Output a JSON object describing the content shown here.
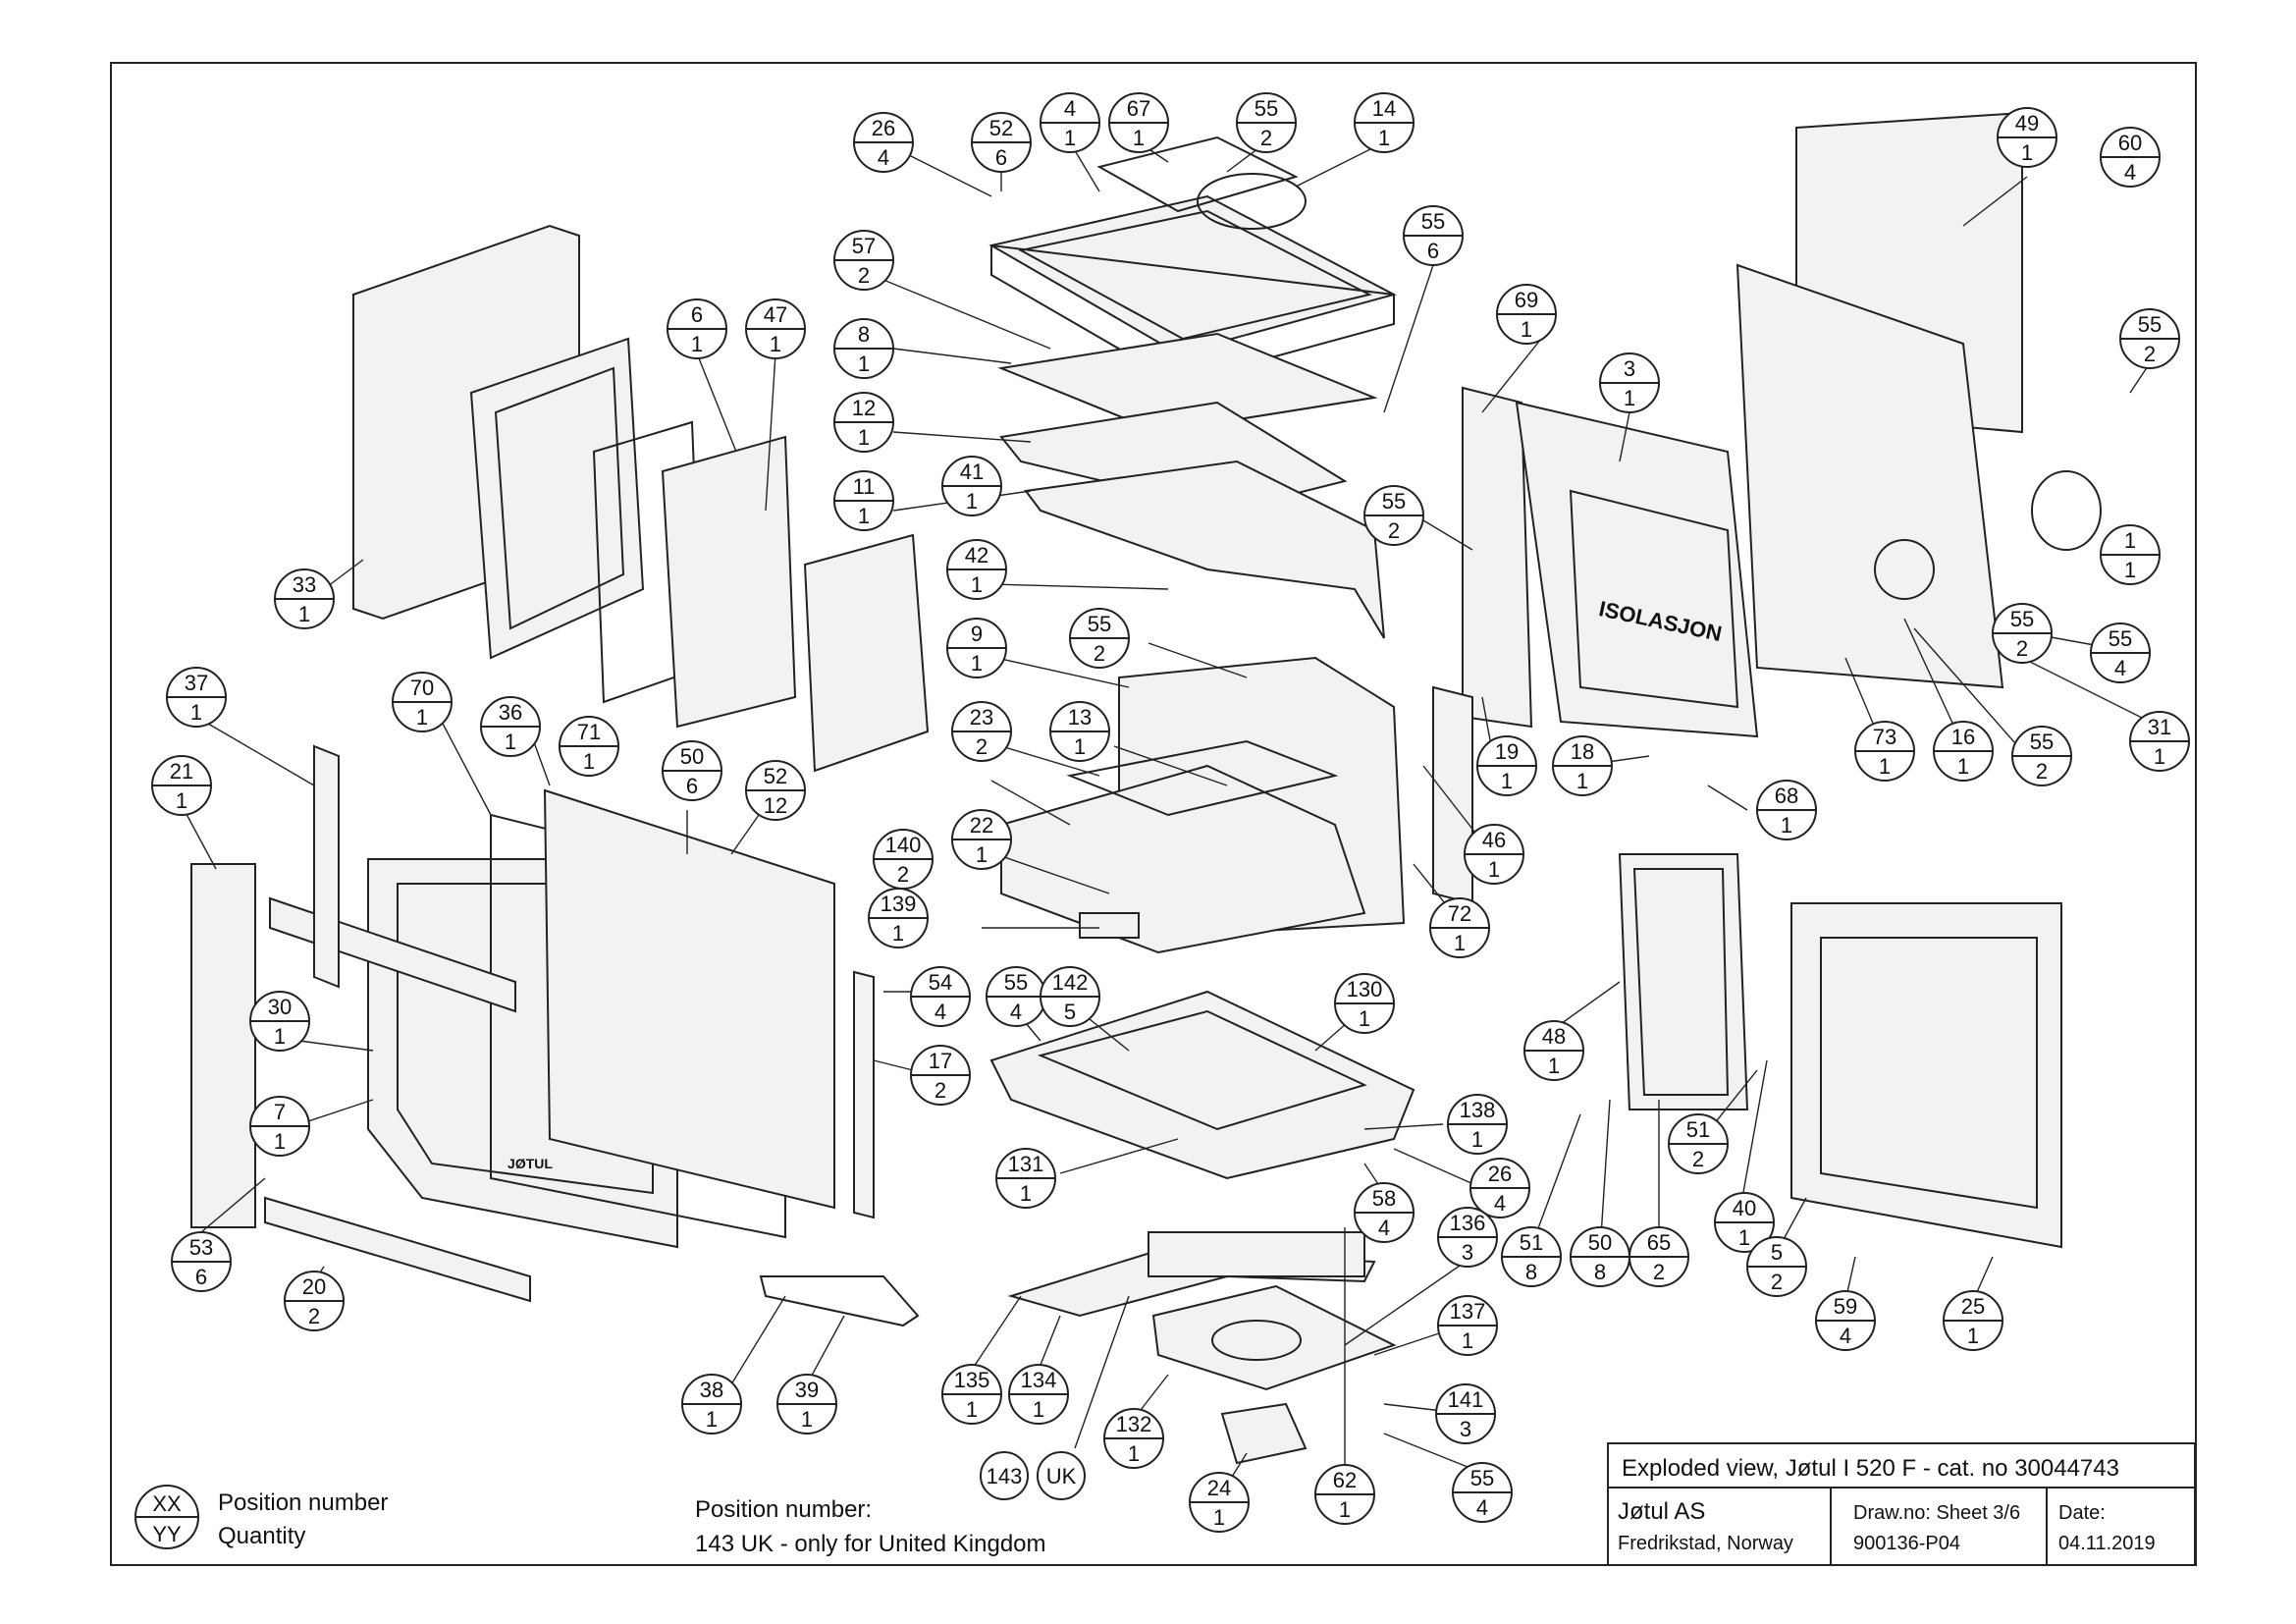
{
  "legend": {
    "number_symbol": "XX",
    "quantity_symbol": "YY",
    "number_text": "Position number",
    "quantity_text": "Quantity"
  },
  "note": {
    "line1": "Position number:",
    "line2": "143 UK - only for United Kingdom"
  },
  "title_block": {
    "title": "Exploded view, Jøtul I 520 F - cat. no 30044743",
    "company": "Jøtul AS",
    "location": "Fredrikstad, Norway",
    "drawno_label": "Draw.no: Sheet 3/6",
    "drawno_value": "900136-P04",
    "date_label": "Date:",
    "date_value": "04.11.2019"
  },
  "logo_text": "JØTUL",
  "stamp_text": "ISOLASJON",
  "balloons": [
    {
      "n": "26",
      "q": "4"
    },
    {
      "n": "52",
      "q": "6"
    },
    {
      "n": "4",
      "q": "1"
    },
    {
      "n": "67",
      "q": "1"
    },
    {
      "n": "55",
      "q": "2"
    },
    {
      "n": "14",
      "q": "1"
    },
    {
      "n": "49",
      "q": "1"
    },
    {
      "n": "60",
      "q": "4"
    },
    {
      "n": "57",
      "q": "2"
    },
    {
      "n": "55",
      "q": "6"
    },
    {
      "n": "6",
      "q": "1"
    },
    {
      "n": "47",
      "q": "1"
    },
    {
      "n": "8",
      "q": "1"
    },
    {
      "n": "69",
      "q": "1"
    },
    {
      "n": "3",
      "q": "1"
    },
    {
      "n": "55",
      "q": "2"
    },
    {
      "n": "55",
      "q": "2"
    },
    {
      "n": "12",
      "q": "1"
    },
    {
      "n": "11",
      "q": "1"
    },
    {
      "n": "41",
      "q": "1"
    },
    {
      "n": "55",
      "q": "2"
    },
    {
      "n": "1",
      "q": "1"
    },
    {
      "n": "33",
      "q": "1"
    },
    {
      "n": "42",
      "q": "1"
    },
    {
      "n": "55",
      "q": "2"
    },
    {
      "n": "55",
      "q": "4"
    },
    {
      "n": "9",
      "q": "1"
    },
    {
      "n": "37",
      "q": "1"
    },
    {
      "n": "70",
      "q": "1"
    },
    {
      "n": "36",
      "q": "1"
    },
    {
      "n": "23",
      "q": "2"
    },
    {
      "n": "13",
      "q": "1"
    },
    {
      "n": "19",
      "q": "1"
    },
    {
      "n": "18",
      "q": "1"
    },
    {
      "n": "73",
      "q": "1"
    },
    {
      "n": "16",
      "q": "1"
    },
    {
      "n": "55",
      "q": "2"
    },
    {
      "n": "31",
      "q": "1"
    },
    {
      "n": "71",
      "q": "1"
    },
    {
      "n": "50",
      "q": "6"
    },
    {
      "n": "21",
      "q": "1"
    },
    {
      "n": "22",
      "q": "1"
    },
    {
      "n": "68",
      "q": "1"
    },
    {
      "n": "52",
      "q": "12"
    },
    {
      "n": "46",
      "q": "1"
    },
    {
      "n": "140",
      "q": "2"
    },
    {
      "n": "139",
      "q": "1"
    },
    {
      "n": "72",
      "q": "1"
    },
    {
      "n": "54",
      "q": "4"
    },
    {
      "n": "55",
      "q": "4"
    },
    {
      "n": "142",
      "q": "5"
    },
    {
      "n": "130",
      "q": "1"
    },
    {
      "n": "48",
      "q": "1"
    },
    {
      "n": "30",
      "q": "1"
    },
    {
      "n": "17",
      "q": "2"
    },
    {
      "n": "7",
      "q": "1"
    },
    {
      "n": "138",
      "q": "1"
    },
    {
      "n": "131",
      "q": "1"
    },
    {
      "n": "26",
      "q": "4"
    },
    {
      "n": "51",
      "q": "2"
    },
    {
      "n": "40",
      "q": "1"
    },
    {
      "n": "58",
      "q": "4"
    },
    {
      "n": "53",
      "q": "6"
    },
    {
      "n": "136",
      "q": "3"
    },
    {
      "n": "51",
      "q": "8"
    },
    {
      "n": "50",
      "q": "8"
    },
    {
      "n": "65",
      "q": "2"
    },
    {
      "n": "5",
      "q": "2"
    },
    {
      "n": "20",
      "q": "2"
    },
    {
      "n": "137",
      "q": "1"
    },
    {
      "n": "59",
      "q": "4"
    },
    {
      "n": "25",
      "q": "1"
    },
    {
      "n": "38",
      "q": "1"
    },
    {
      "n": "39",
      "q": "1"
    },
    {
      "n": "135",
      "q": "1"
    },
    {
      "n": "134",
      "q": "1"
    },
    {
      "n": "141",
      "q": "3"
    },
    {
      "n": "132",
      "q": "1"
    },
    {
      "n": "55",
      "q": "4"
    },
    {
      "n": "24",
      "q": "1"
    },
    {
      "n": "62",
      "q": "1"
    }
  ],
  "uk_balloon": {
    "n": "143",
    "tag": "UK"
  }
}
